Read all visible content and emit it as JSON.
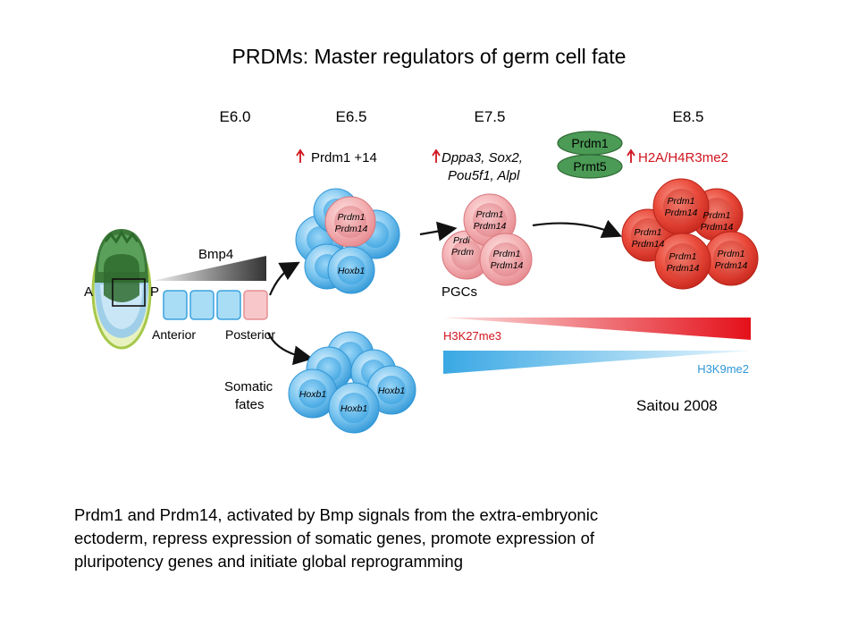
{
  "title": "PRDMs: Master regulators of germ cell fate",
  "stages": [
    "E6.0",
    "E6.5",
    "E7.5",
    "E8.5"
  ],
  "embryo": {
    "anterior": "A",
    "posterior": "P",
    "signal": "Bmp4",
    "axis_anterior": "Anterior",
    "axis_posterior": "Posterior"
  },
  "e65": {
    "marker": "Prdm1 +14",
    "cell_top_line1": "Prdm1",
    "cell_top_line2": "Prdm14",
    "cell_bottom": "Hoxb1"
  },
  "e75": {
    "marker_line1": "Dppa3, Sox2,",
    "marker_line2": "Pou5f1, Alpl",
    "cell_line1": "Prdm1",
    "cell_line2": "Prdm14",
    "cell_left_line1": "Prdi",
    "cell_left_line2": "Prdm",
    "label": "PGCs"
  },
  "complex": {
    "top": "Prdm1",
    "bottom": "Prmt5"
  },
  "e85": {
    "marker": "H2A/H4R3me2",
    "cell_line1": "Prdm1",
    "cell_line2": "Prdm14"
  },
  "somatic": {
    "label_line1": "Somatic",
    "label_line2": "fates",
    "cell": "Hoxb1"
  },
  "gradients": {
    "red": "H3K27me3",
    "blue": "H3K9me2"
  },
  "citation": "Saitou 2008",
  "caption": [
    "Prdm1 and Prdm14, activated by Bmp signals from the extra-embryonic",
    "ectoderm, repress expression of somatic genes, promote expression of",
    "pluripotency genes and initiate global reprogramming"
  ],
  "colors": {
    "blue_cell": "#4aaee6",
    "pink_cell": "#f2a4a8",
    "red_cell": "#e8392f",
    "green_complex": "#3f8f4a",
    "red_marker": "#d0141e"
  }
}
